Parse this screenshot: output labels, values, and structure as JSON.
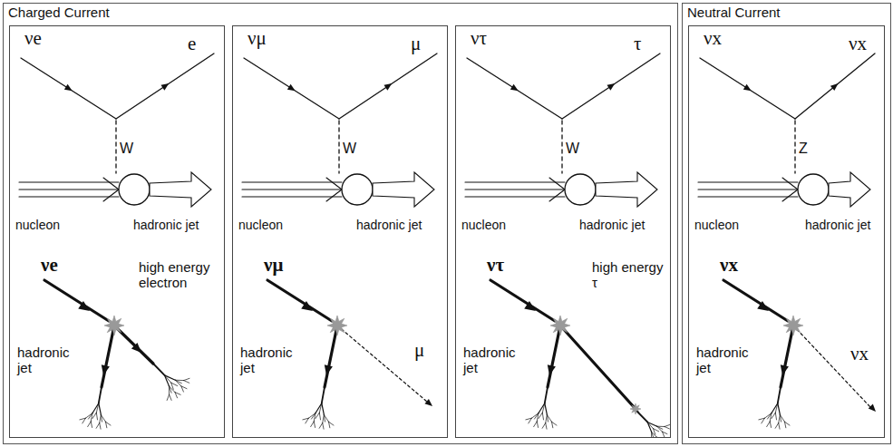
{
  "diagram": {
    "nodes": [
      {
        "text": [
          "Charged Current"
        ]
      },
      {
        "text": [
          "νe",
          "e",
          "W",
          "nucleon",
          "hadronic jet",
          "νe",
          "high energy electron",
          "hadronic jet"
        ],
        "in": 0
      },
      {
        "text": [
          "νμ",
          "μ",
          "W",
          "nucleon",
          "hadronic jet",
          "νμ",
          "hadronic jet",
          "μ"
        ],
        "in": 0
      },
      {
        "text": [
          "ντ",
          "τ",
          "W",
          "nucleon",
          "hadronic jet",
          "ντ",
          "high energy τ",
          "hadronic jet"
        ],
        "in": 0
      },
      {
        "text": [
          "Neutral Current"
        ]
      },
      {
        "text": [
          "νx",
          "νx",
          "Z",
          "nucleon",
          "hadronic jet",
          "νx",
          "hadronic jet",
          "νx"
        ],
        "in": 4
      }
    ],
    "edges": []
  }
}
